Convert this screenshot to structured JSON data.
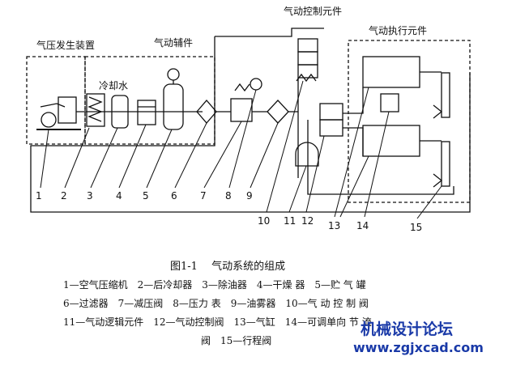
{
  "groups": {
    "generator": "气压发生装置",
    "auxiliary": "气动辅件",
    "control": "气动控制元件",
    "actuator": "气动执行元件",
    "cooling": "冷却水"
  },
  "numbers": [
    "1",
    "2",
    "3",
    "4",
    "5",
    "6",
    "7",
    "8",
    "9",
    "10",
    "11",
    "12",
    "13",
    "14",
    "15"
  ],
  "caption": "图1-1　 气动系统的组成",
  "legend": {
    "line1": "1—空气压缩机　2—后冷却器　3—除油器　4—干燥 器　5—贮 气 罐",
    "line2": "6—过滤器　7—减压阀　8—压力 表　9—油雾器　10—气 动 控 制 阀",
    "line3": "11—气动逻辑元件　12—气动控制阀　13—气缸　14—可调单向 节 流",
    "line4": "阀　15—行程阀"
  },
  "watermark": {
    "cn": "机械设计论坛",
    "url": "www.zgjxcad.com"
  }
}
